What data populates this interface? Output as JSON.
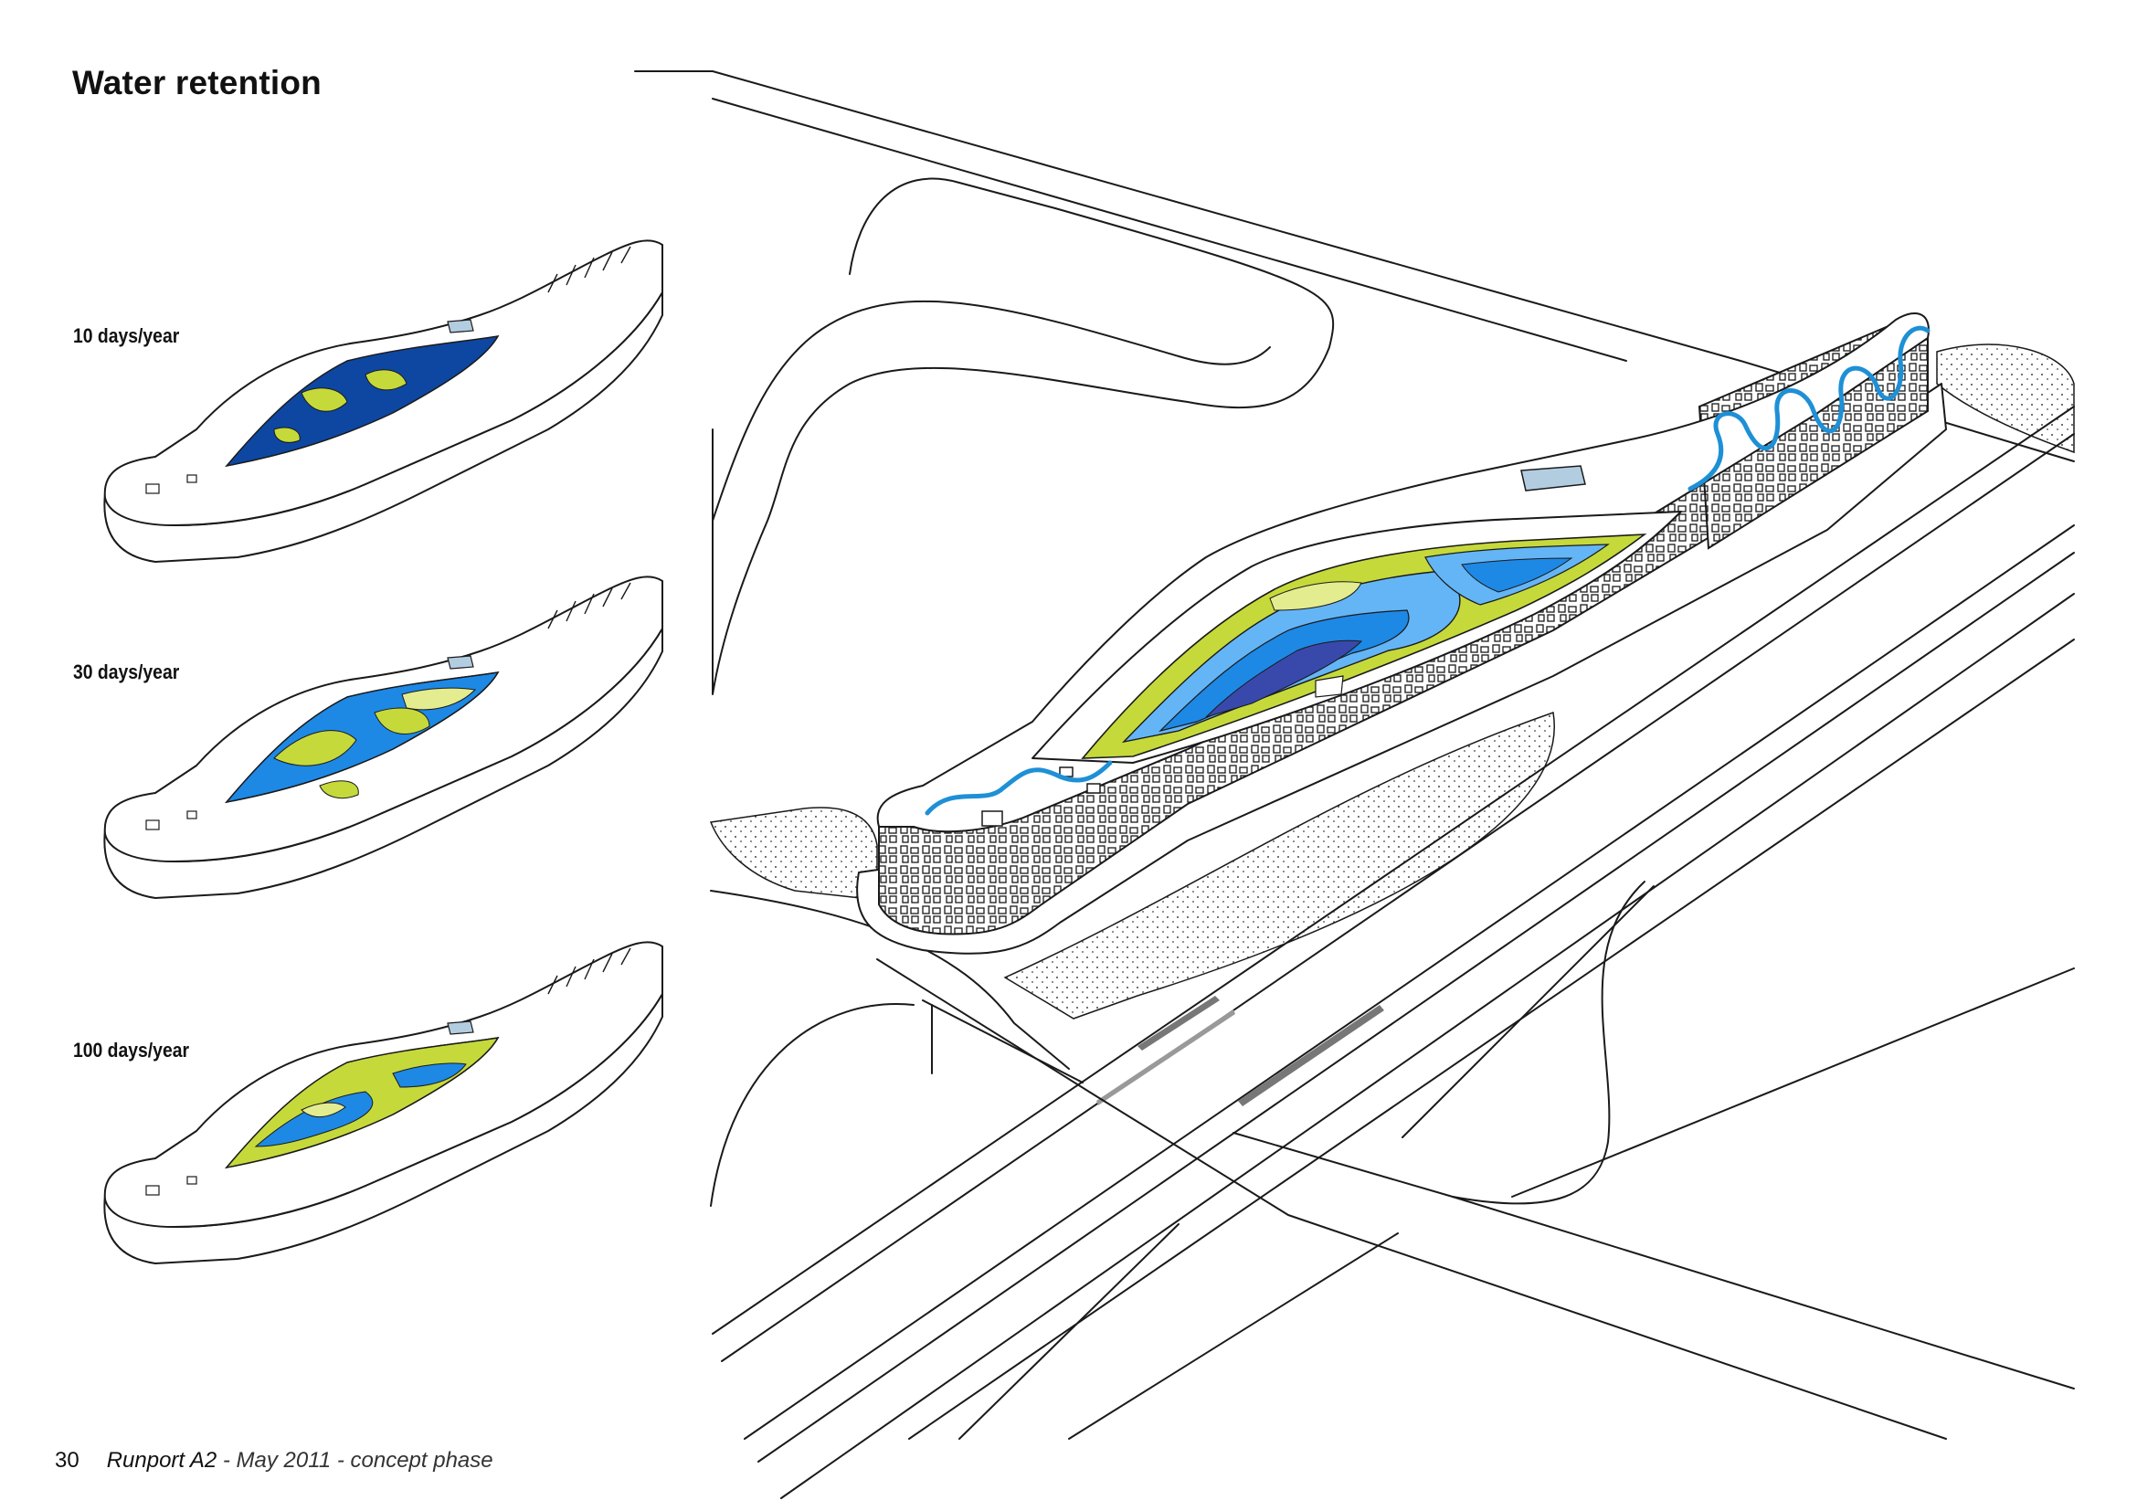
{
  "page": {
    "title": "Water retention",
    "footer": {
      "page_number": "30",
      "project": "Runport A2",
      "subtitle": " - May 2011 - concept phase"
    }
  },
  "scenarios": [
    {
      "label": "10 days/year"
    },
    {
      "label": "30 days/year"
    },
    {
      "label": "100 days/year"
    }
  ],
  "colors": {
    "deep_water": "#0d47a1",
    "mid_water": "#1e88e5",
    "light_water": "#64b5f6",
    "wet_grass": "#c6d93b",
    "pale_grass": "#e3ec8f",
    "stream": "#1e90d6",
    "line": "#1a1a1a"
  },
  "icons": [
    "stream-meander-icon",
    "facade-window-pattern"
  ]
}
